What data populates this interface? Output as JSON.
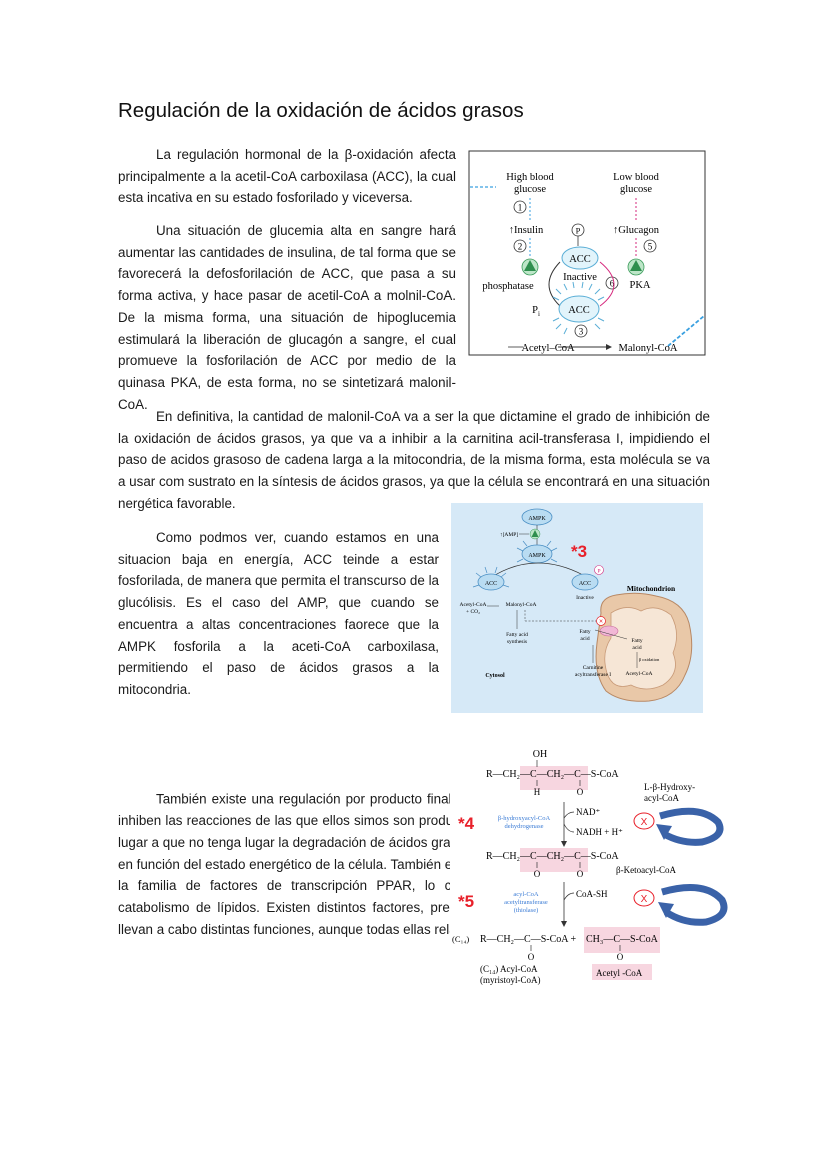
{
  "title": "Regulación de la oxidación de ácidos grasos",
  "paragraphs": {
    "p1": "La regulación hormonal de la β-oxidación afecta principalmente a la acetil-CoA carboxilasa (ACC), la cual esta incativa en su estado fosforilado y viceversa.",
    "p2": "Una situación de glucemia alta en sangre hará aumentar las cantidades de insulina, de tal forma que se favorecerá la defosforilación de ACC, que pasa a su forma activa, y hace pasar de acetil-CoA a molnil-CoA. De la misma forma, una situación de hipoglucemia estimulará la liberación de glucagón a sangre, el cual promueve la fosforilación de ACC por medio de la quinasa PKA, de esta forma, no se sintetizará malonil-CoA.",
    "p3": "En definitiva, la cantidad de malonil-CoA va a ser la que dictamine el grado de inhibición de la oxidación de ácidos grasos, ya que va  a inhibir a la carnitina acil-transferasa I, impidiendo el paso de acidos grasoso de cadena larga a la mitocondria, de la misma forma, esta molécula se va a usar com sustrato en la síntesis de ácidos grasos, ya que la célula se encontrará en una situación nergética favorable.",
    "p4": "Como podmos ver, cuando estamos en una situacion baja en energía, ACC teinde a estar fosforilada, de manera que permita el transcurso de la glucólisis. Es el caso del AMP, que cuando se encuentra a altas concentraciones faorece que la AMPK fosforila a la aceti-CoA carboxilasa, permitiendo el paso de ácidos grasos a la mitocondria.",
    "p5a": "También existe una regulación por producto final, bien por NADH+H",
    "p5sup": "+",
    "p5b": " o por acetil-CoA, que inhiben las reacciones de las que ellos simos son productos, como parece en el esquema. Esto da lugar a que no tenga lugar la degradación de ácidos grasos de forma incontrolada, sino que avance en función del estado energético de la célula. También existe una forma de regulación por medio de la familia de factores de transcripción PPAR, lo cuales activan genes relacionado con el catabolismo de lípidos. Existen distintos factores, predominantes en cada tipo de tejido, y que llevan a cabo distintas funciones, aunque todas ellas relacionadas con la eliminación de lípidos."
  },
  "figure1": {
    "high_glucose_1": "High blood",
    "high_glucose_2": "glucose",
    "low_glucose_1": "Low blood",
    "low_glucose_2": "glucose",
    "n1": "1",
    "n2": "2",
    "n3": "3",
    "n5": "5",
    "n6": "6",
    "insulin": "↑Insulin",
    "glucagon": "↑Glucagon",
    "p": "P",
    "acc": "ACC",
    "inactive": "Inactive",
    "phosphatase": "phosphatase",
    "pka": "PKA",
    "pi": "P",
    "pi_sub": "i",
    "acetyl": "Acetyl–CoA",
    "malonyl": "Malonyl-CoA"
  },
  "figure2": {
    "ampk": "AMPK",
    "amp": "↑[AMP]",
    "star3": "*3",
    "p": "P",
    "acc": "ACC",
    "inactive": "Inactive",
    "mitochondrion": "Mitochondrion",
    "acetyl_1": "Acetyl-CoA",
    "acetyl_2": "+ CO₂",
    "malonyl": "Malonyl-CoA",
    "fas_1": "Fatty acid",
    "fas_2": "synthesis",
    "fa_1": "Fatty",
    "fa_2": "acid",
    "fa_mito_1": "Fatty",
    "fa_mito_2": "acid",
    "beta_ox": "β oxidation",
    "acetyl_mito": "Acetyl-CoA",
    "cytosol": "Cytosol",
    "cat_1": "Carnitine",
    "cat_2": "acyltransferase I"
  },
  "figure3": {
    "oh": "OH",
    "hydroxy_chain": "R—CH₂—C—CH₂—C—S-CoA",
    "h": "H",
    "o": "O",
    "hydroxy_name_1": "L-β-Hydroxy-",
    "hydroxy_name_2": "acyl-CoA",
    "star4": "*4",
    "enz1_1": "β-hydroxyacyl-CoA",
    "enz1_2": "dehydrogenase",
    "nad": "NAD⁺",
    "nadh": "NADH + H⁺",
    "x": "X",
    "keto_chain": "R—CH₂—C—CH₂—C—S-CoA",
    "keto_name": "β-Ketoacyl-CoA",
    "star5": "*5",
    "enz2_1": "acyl-CoA",
    "enz2_2": "acetyltransferase",
    "enz2_3": "(thiolase)",
    "coash": "CoA-SH",
    "c14": "(C₁₄)",
    "product_chain": "R—CH₂—C—S-CoA  +",
    "acetyl_chain": "CH₃—C—S-CoA",
    "acyl_name_1": "(C₁₄) Acyl-CoA",
    "acyl_name_2": "(myristoyl-CoA)",
    "acetyl_name": "Acetyl -CoA"
  }
}
